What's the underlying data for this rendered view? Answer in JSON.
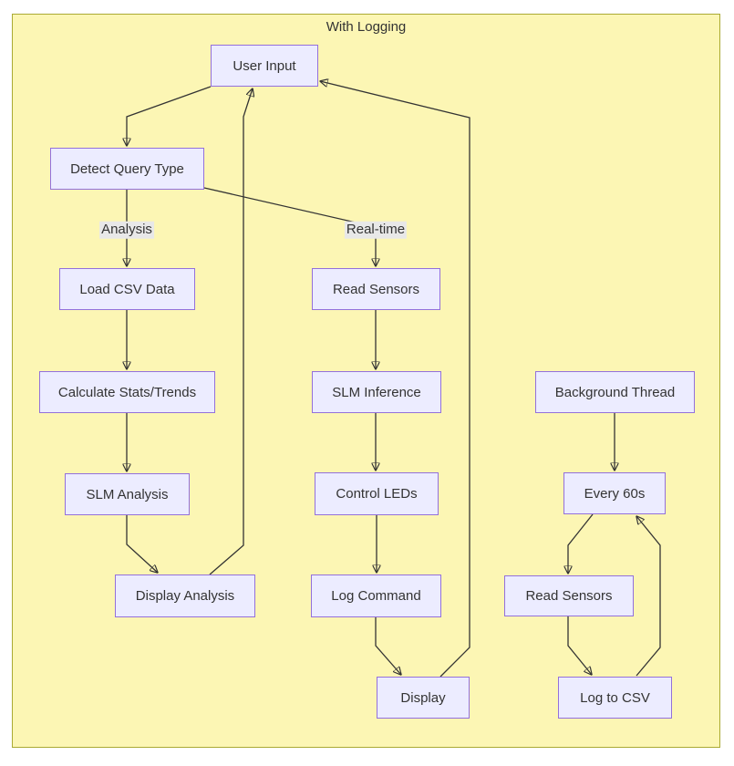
{
  "diagram": {
    "title": "With Logging",
    "type": "flowchart",
    "colors": {
      "cluster_fill": "#FCF6B4",
      "cluster_border": "#AAAA33",
      "node_fill": "#ECECFF",
      "node_border": "#9370DB",
      "edge_stroke": "#333333",
      "edge_label_bg": "#E8E8E8",
      "text": "#333333"
    },
    "nodes": {
      "user_input": {
        "label": "User Input"
      },
      "detect_query_type": {
        "label": "Detect Query Type"
      },
      "load_csv_data": {
        "label": "Load CSV Data"
      },
      "calculate_stats_trends": {
        "label": "Calculate Stats/Trends"
      },
      "slm_analysis": {
        "label": "SLM Analysis"
      },
      "display_analysis": {
        "label": "Display Analysis"
      },
      "read_sensors_realtime": {
        "label": "Read Sensors"
      },
      "slm_inference": {
        "label": "SLM Inference"
      },
      "control_leds": {
        "label": "Control LEDs"
      },
      "log_command": {
        "label": "Log Command"
      },
      "display": {
        "label": "Display"
      },
      "background_thread": {
        "label": "Background Thread"
      },
      "every_60s": {
        "label": "Every 60s"
      },
      "read_sensors_logging": {
        "label": "Read Sensors"
      },
      "log_to_csv": {
        "label": "Log to CSV"
      }
    },
    "edge_labels": {
      "analysis": "Analysis",
      "realtime": "Real-time"
    },
    "edges": [
      "User Input -> Detect Query Type",
      "Detect Query Type -Analysis-> Load CSV Data",
      "Detect Query Type -Real-time-> Read Sensors",
      "Load CSV Data -> Calculate Stats/Trends",
      "Calculate Stats/Trends -> SLM Analysis",
      "SLM Analysis -> Display Analysis",
      "Display Analysis -> User Input",
      "Read Sensors -> SLM Inference",
      "SLM Inference -> Control LEDs",
      "Control LEDs -> Log Command",
      "Log Command -> Display",
      "Display -> User Input",
      "Background Thread -> Every 60s",
      "Every 60s -> Read Sensors",
      "Read Sensors -> Log to CSV",
      "Log to CSV -> Every 60s"
    ]
  }
}
